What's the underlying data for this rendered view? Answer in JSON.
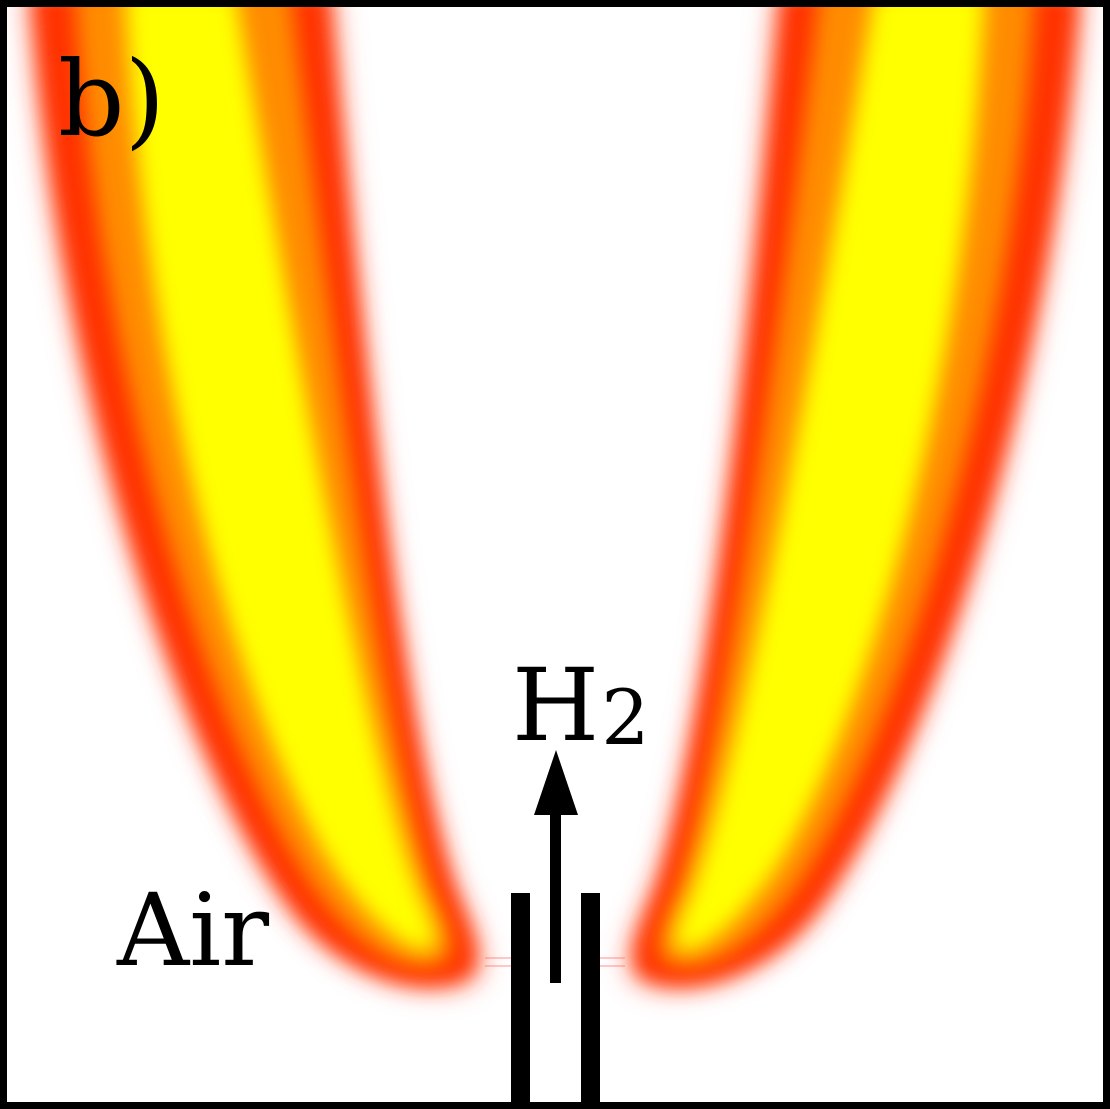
{
  "figure": {
    "panel_label": "b)",
    "fuel_label": "H",
    "fuel_subscript": "2",
    "oxidizer_label": "Air"
  },
  "colors": {
    "frame": "#000000",
    "background": "#ffffff",
    "flame_core": "#ffff00",
    "flame_mid": "#ff8c00",
    "flame_edge": "#ff3300",
    "burner": "#000000"
  }
}
